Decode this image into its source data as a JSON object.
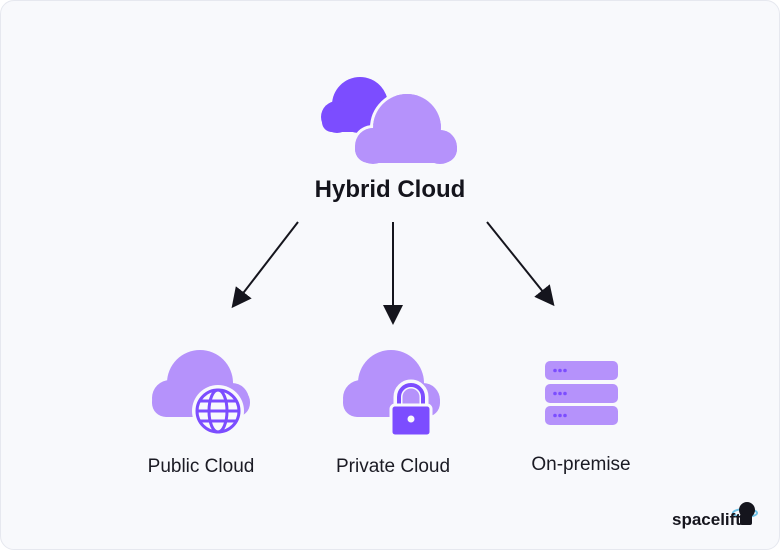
{
  "title": "Hybrid Cloud",
  "nodes": [
    {
      "label": "Public Cloud",
      "icon": "cloud-globe-icon"
    },
    {
      "label": "Private Cloud",
      "icon": "cloud-lock-icon"
    },
    {
      "label": "On-premise",
      "icon": "server-stack-icon"
    }
  ],
  "brand": "spacelift",
  "colors": {
    "dark": "#7c4dff",
    "light": "#b592fb",
    "arrow": "#15151d",
    "bg": "#f8f9fc"
  }
}
